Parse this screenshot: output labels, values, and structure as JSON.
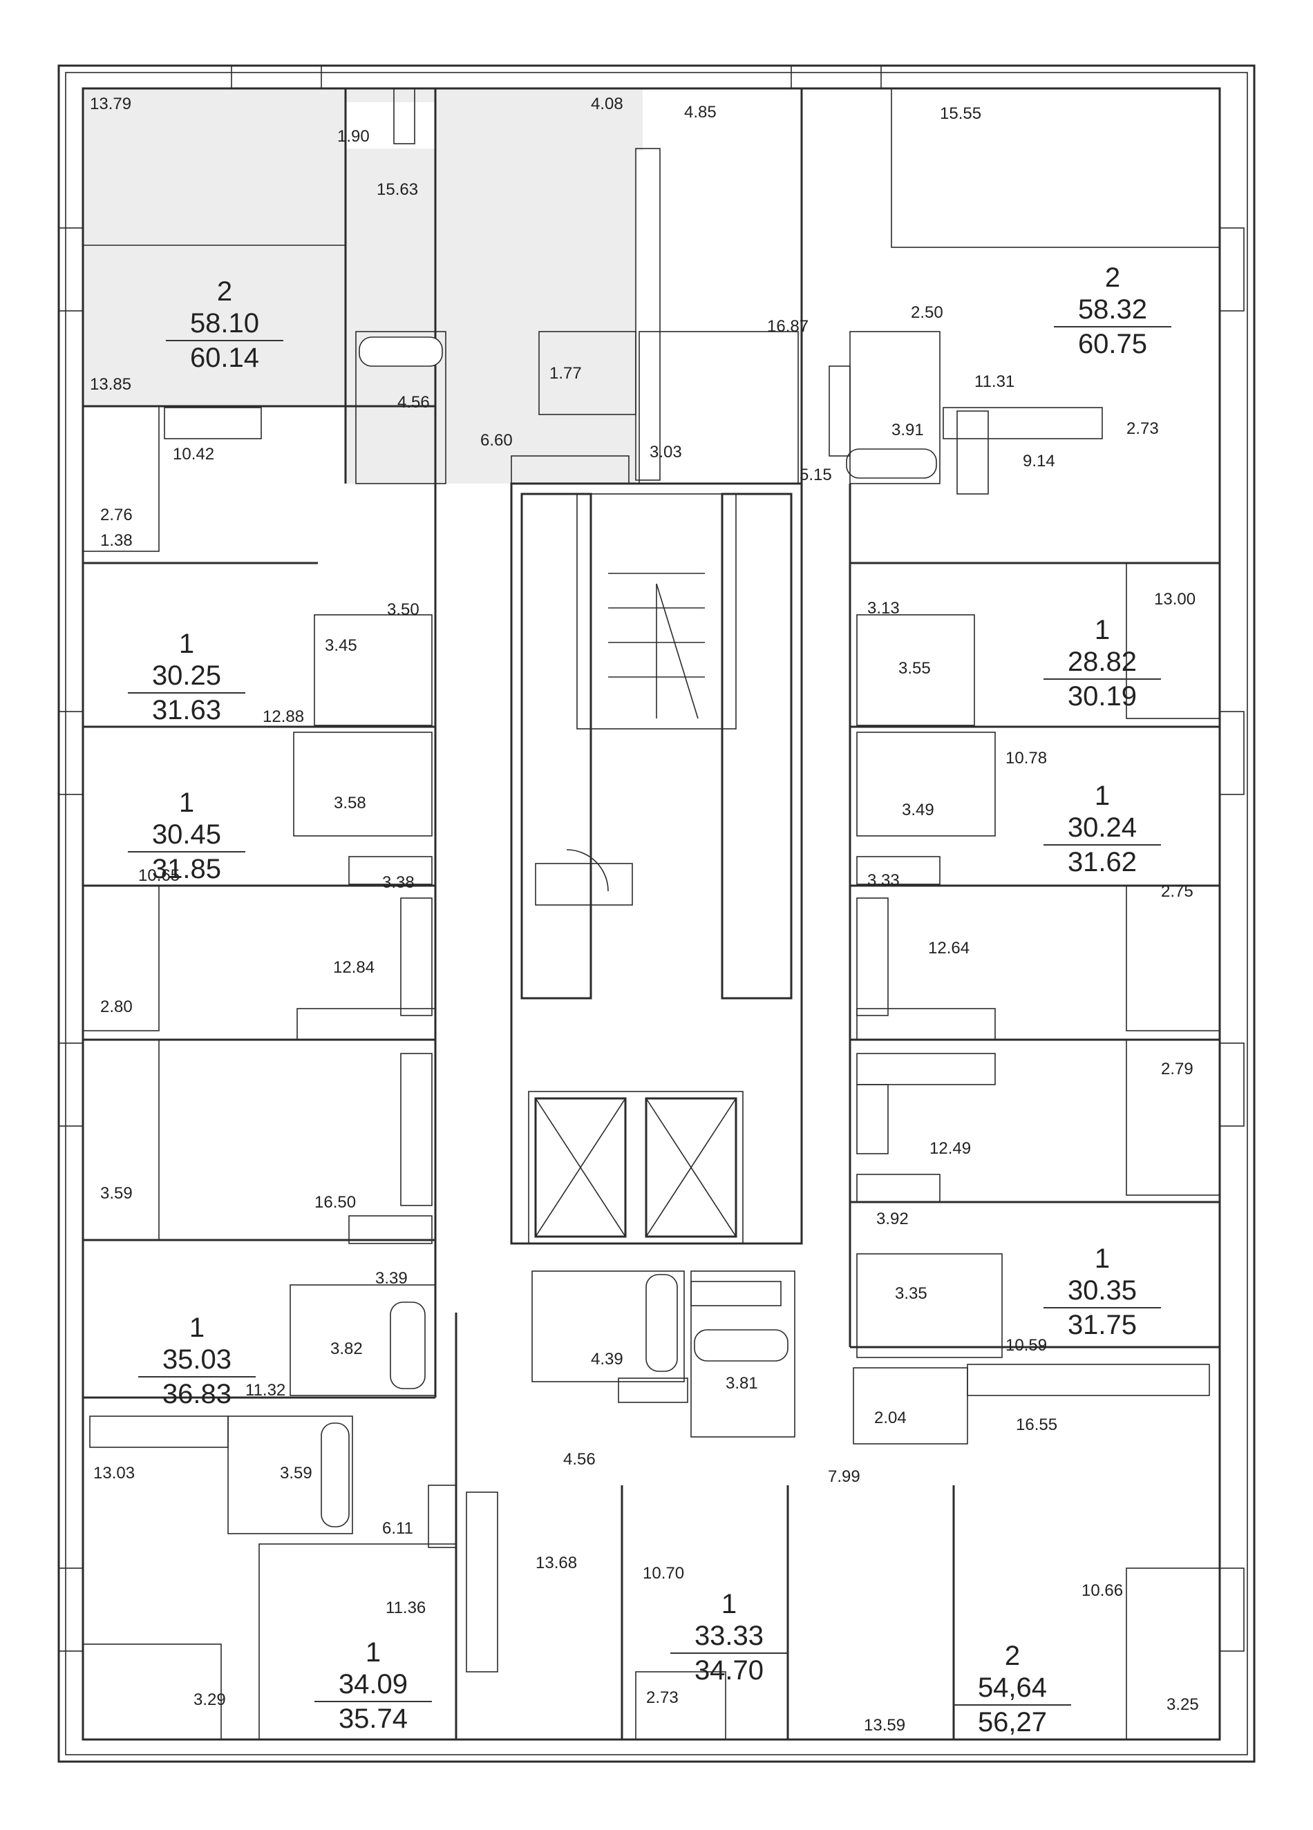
{
  "colors": {
    "wall": "#2b2b2b",
    "highlight": "#ededed",
    "background": "#ffffff"
  },
  "apartments": [
    {
      "id": "apt-a",
      "rooms": "2",
      "living": "58.10",
      "total": "60.14"
    },
    {
      "id": "apt-b",
      "rooms": "2",
      "living": "58.32",
      "total": "60.75"
    },
    {
      "id": "apt-c",
      "rooms": "1",
      "living": "30.25",
      "total": "31.63"
    },
    {
      "id": "apt-d",
      "rooms": "1",
      "living": "28.82",
      "total": "30.19"
    },
    {
      "id": "apt-e",
      "rooms": "1",
      "living": "30.45",
      "total": "31.85"
    },
    {
      "id": "apt-f",
      "rooms": "1",
      "living": "30.24",
      "total": "31.62"
    },
    {
      "id": "apt-g",
      "rooms": "1",
      "living": "30.35",
      "total": "31.75"
    },
    {
      "id": "apt-h",
      "rooms": "1",
      "living": "35.03",
      "total": "36.83"
    },
    {
      "id": "apt-i",
      "rooms": "1",
      "living": "33.33",
      "total": "34.70"
    },
    {
      "id": "apt-j",
      "rooms": "1",
      "living": "34.09",
      "total": "35.74"
    },
    {
      "id": "apt-k",
      "rooms": "2",
      "living": "54,64",
      "total": "56,27"
    }
  ],
  "room_areas": [
    "13.79",
    "1.90",
    "4.08",
    "4.85",
    "15.55",
    "15.63",
    "16.87",
    "2.50",
    "13.85",
    "1.77",
    "4.56",
    "6.60",
    "11.31",
    "3.03",
    "3.91",
    "5.15",
    "10.42",
    "9.14",
    "2.73",
    "2.76",
    "1.38",
    "3.50",
    "3.13",
    "13.00",
    "3.45",
    "3.55",
    "12.88",
    "10.78",
    "3.58",
    "3.49",
    "10.65",
    "3.38",
    "3.33",
    "12.64",
    "2.75",
    "12.84",
    "2.80",
    "2.79",
    "12.49",
    "3.59",
    "16.50",
    "3.92",
    "3.39",
    "3.35",
    "3.82",
    "11.32",
    "10.59",
    "4.39",
    "3.81",
    "2.04",
    "16.55",
    "4.56",
    "13.03",
    "3.59",
    "7.99",
    "6.11",
    "13.68",
    "10.70",
    "11.36",
    "10.66",
    "3.29",
    "2.73",
    "13.59",
    "3.25"
  ]
}
